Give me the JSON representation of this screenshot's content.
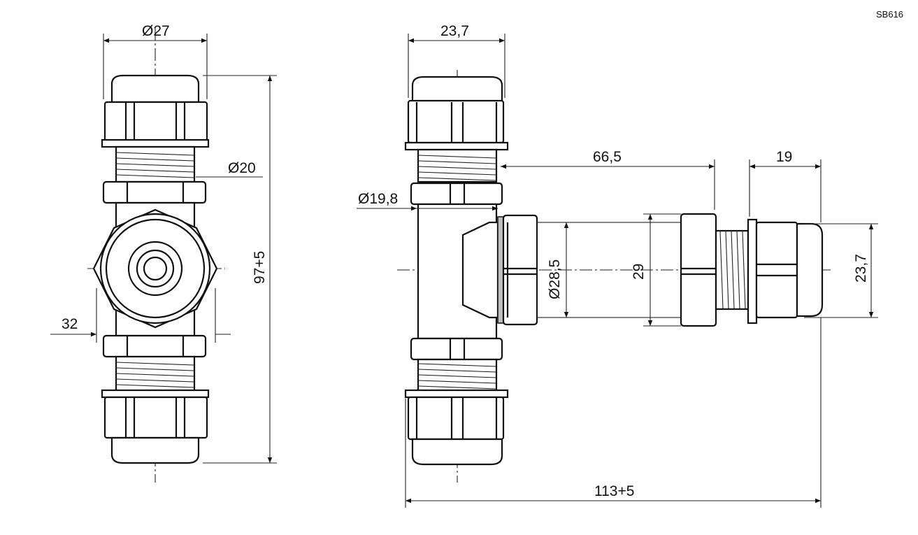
{
  "drawing_code": "SB616",
  "side_view": {
    "dimensions": {
      "cap_diameter": "Ø27",
      "thread_diameter": "Ø20",
      "body_width": "32",
      "total_height": "97+5"
    }
  },
  "front_view": {
    "dimensions": {
      "cap_width": "23,7",
      "branch_length": "66,5",
      "end_cap_width": "19",
      "thread_diameter": "Ø19,8",
      "nut_diameter": "Ø28,5",
      "branch_height": "29",
      "end_height": "23,7",
      "total_width": "113+5"
    }
  }
}
